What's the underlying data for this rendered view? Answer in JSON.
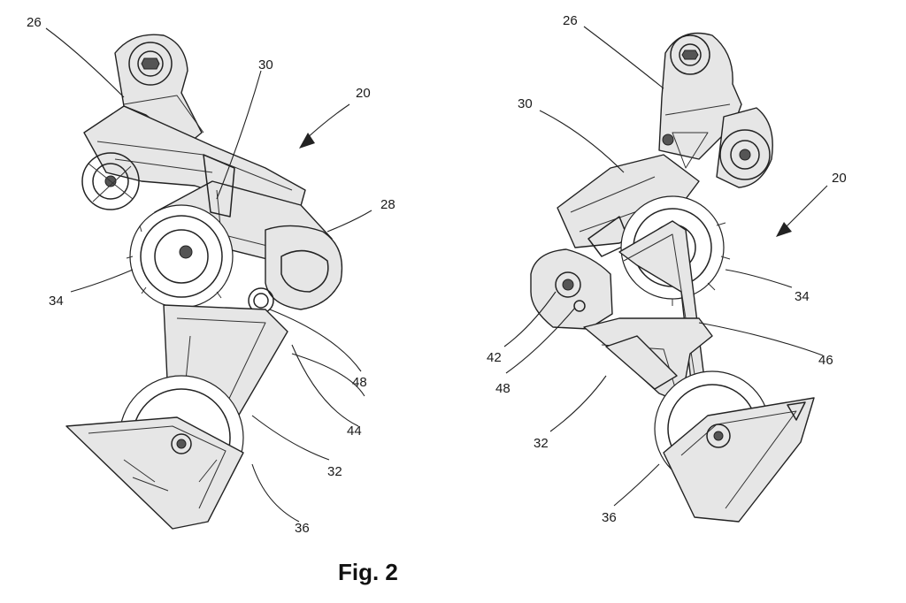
{
  "figure": {
    "caption": "Fig. 2",
    "left_view": {
      "refs": {
        "r26": "26",
        "r30": "30",
        "r20": "20",
        "r28": "28",
        "r34": "34",
        "r48": "48",
        "r44": "44",
        "r32": "32",
        "r36": "36"
      }
    },
    "right_view": {
      "refs": {
        "r26": "26",
        "r30": "30",
        "r20": "20",
        "r34": "34",
        "r42": "42",
        "r46": "46",
        "r48": "48",
        "r32": "32",
        "r36": "36"
      }
    }
  }
}
